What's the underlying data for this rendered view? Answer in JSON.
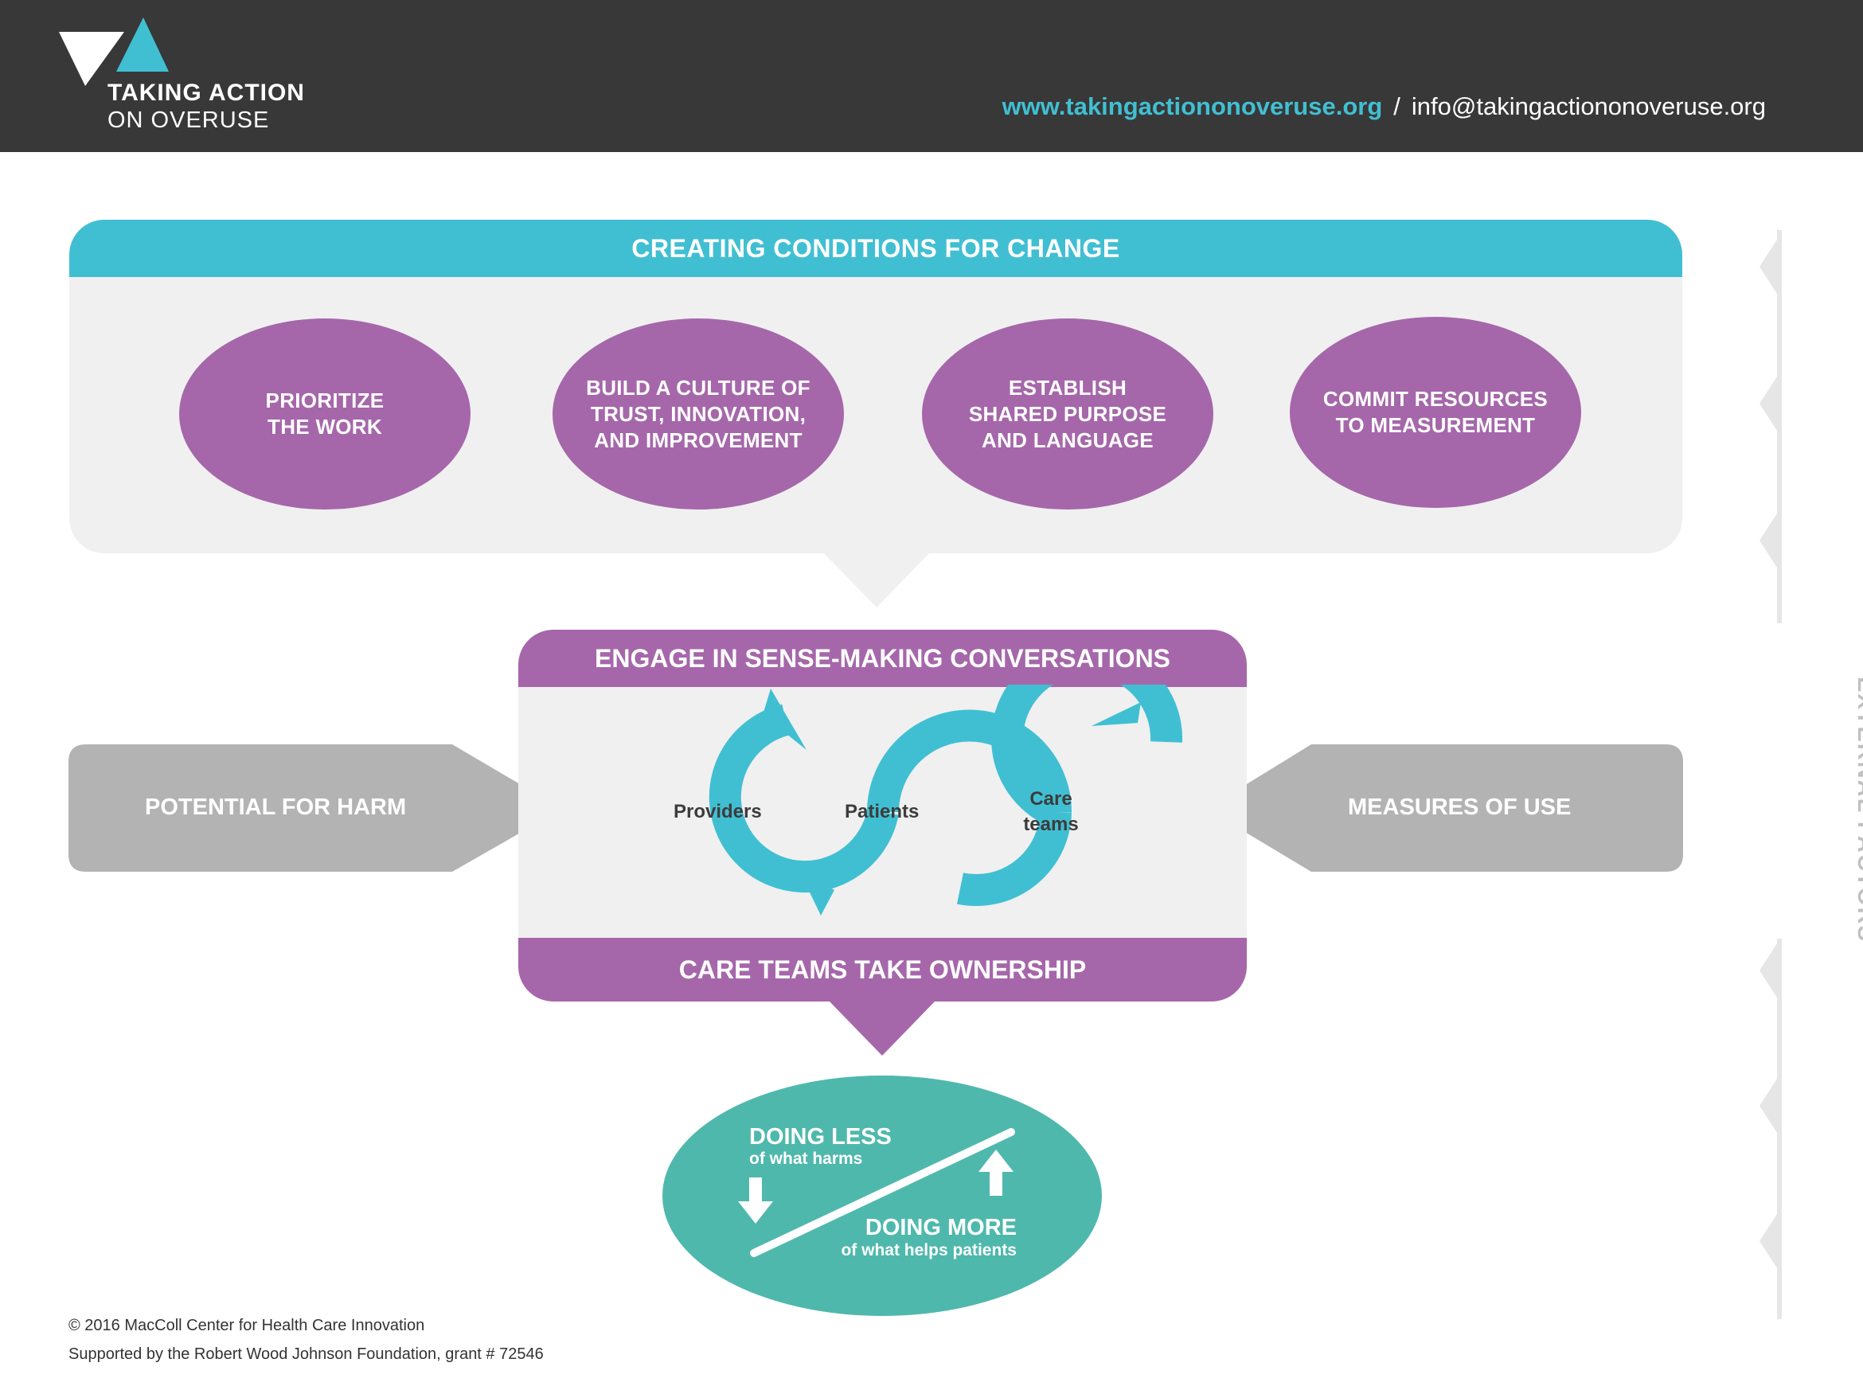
{
  "header": {
    "logo_line1": "TAKING ACTION",
    "logo_line2": "ON OVERUSE",
    "website": "www.takingactiononoveruse.org",
    "separator": "/",
    "email": "info@takingactiononoveruse.org"
  },
  "conditions": {
    "title": "CREATING CONDITIONS FOR CHANGE",
    "items": [
      {
        "lines": [
          "PRIORITIZE",
          "THE WORK"
        ]
      },
      {
        "lines": [
          "BUILD A CULTURE OF",
          "TRUST, INNOVATION,",
          "AND IMPROVEMENT"
        ]
      },
      {
        "lines": [
          "ESTABLISH",
          "SHARED PURPOSE",
          "AND LANGUAGE"
        ]
      },
      {
        "lines": [
          "COMMIT RESOURCES",
          "TO MEASUREMENT"
        ]
      }
    ]
  },
  "engage": {
    "title": "ENGAGE IN SENSE-MAKING CONVERSATIONS",
    "loop_labels": {
      "providers": "Providers",
      "patients": "Patients",
      "care_line1": "Care",
      "care_line2": "teams"
    },
    "ownership": "CARE TEAMS TAKE OWNERSHIP"
  },
  "inputs": {
    "left": "POTENTIAL FOR HARM",
    "right": "MEASURES OF USE"
  },
  "outcome": {
    "less_title": "DOING LESS",
    "less_sub": "of what harms",
    "more_title": "DOING MORE",
    "more_sub": "of what helps patients"
  },
  "external_factors": "EXTERNAL FACTORS",
  "footer": {
    "copyright": "© 2016 MacColl Center for Health Care Innovation",
    "support": "Supported by the Robert Wood Johnson Foundation, grant # 72546"
  },
  "colors": {
    "header_bg": "#383838",
    "teal": "#41bfd2",
    "purple": "#a567aa",
    "panel_gray": "#f0f0f0",
    "arrow_gray": "#b3b3b3",
    "outcome_green": "#4fb8ac"
  }
}
